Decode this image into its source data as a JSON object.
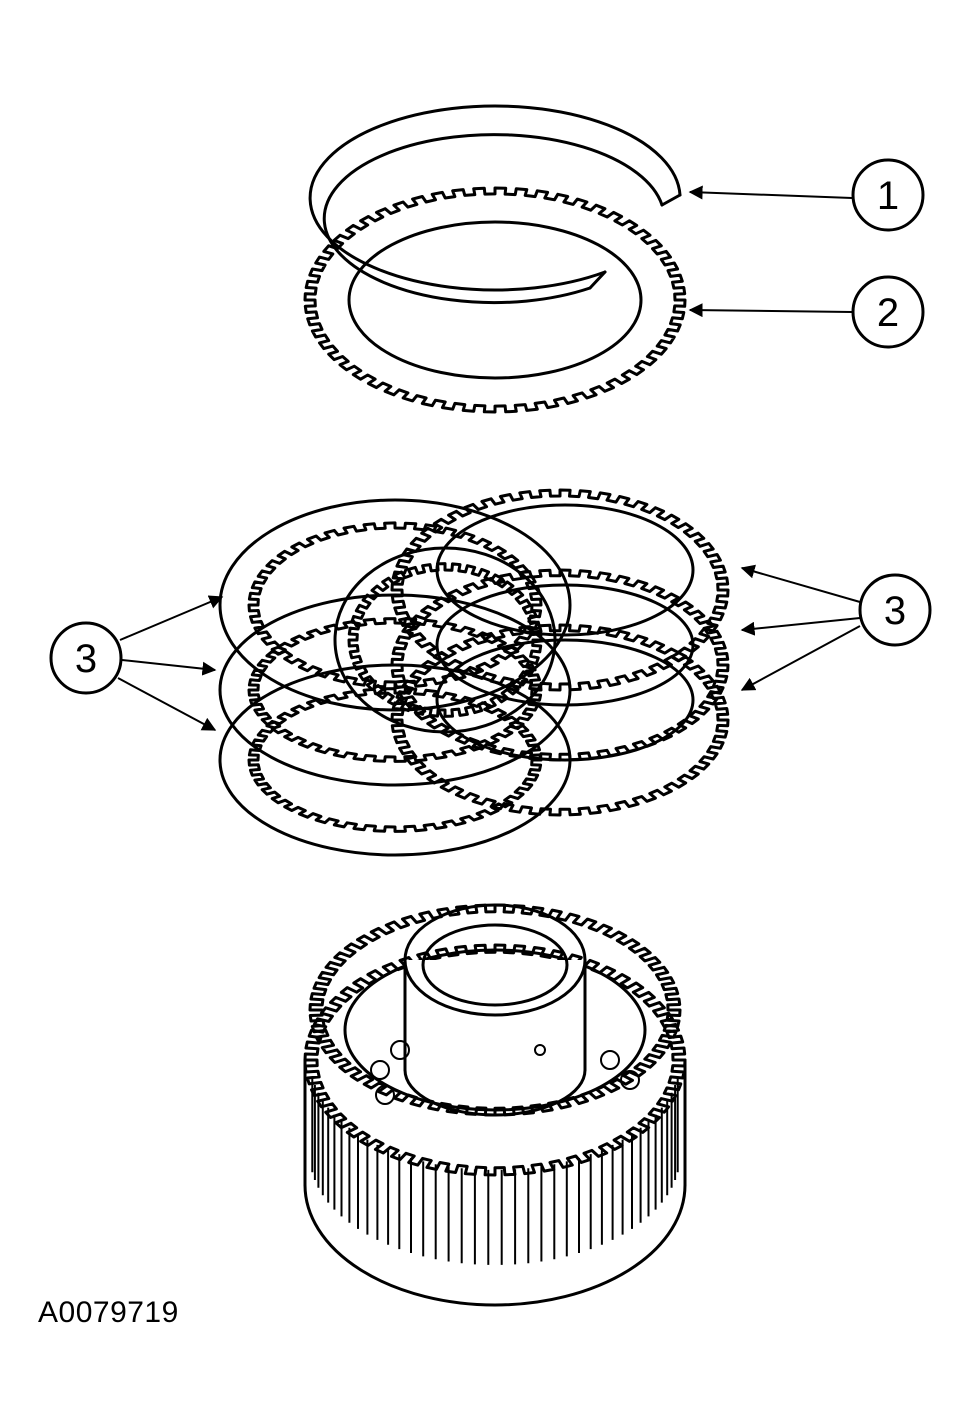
{
  "figure_code": "A0079719",
  "callouts": [
    {
      "id": "1",
      "label": "1"
    },
    {
      "id": "2",
      "label": "2"
    },
    {
      "id": "3-right",
      "label": "3"
    },
    {
      "id": "3-left",
      "label": "3"
    }
  ],
  "colors": {
    "line": "#000000",
    "background": "#ffffff"
  }
}
